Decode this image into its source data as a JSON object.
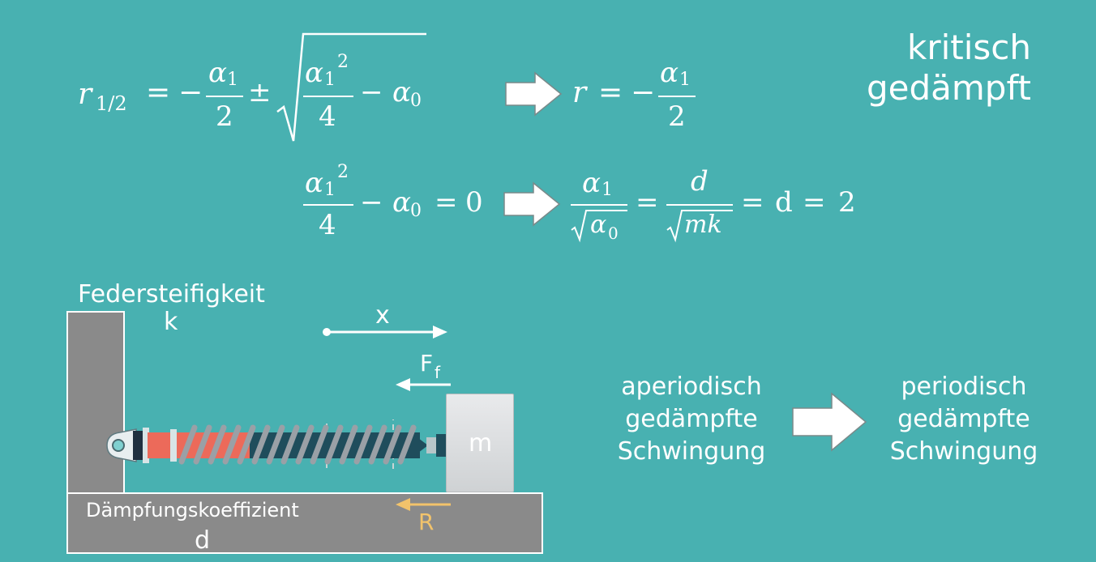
{
  "title": {
    "line1": "kritisch",
    "line2": "gedämpft"
  },
  "formula1": {
    "lhs_r": "r",
    "lhs_sub": "1/2",
    "eq": "=",
    "minus": "−",
    "alpha": "α",
    "sub1": "1",
    "sub0": "0",
    "two": "2",
    "four": "4",
    "pm": "±",
    "sq": "2"
  },
  "formula2": {
    "r": "r",
    "eq": "=",
    "minus": "−",
    "alpha": "α",
    "sub1": "1",
    "two": "2"
  },
  "formula3": {
    "alpha": "α",
    "sub1": "1",
    "sub0": "0",
    "sq": "2",
    "four": "4",
    "minus": "−",
    "eq": "=",
    "zero": "0"
  },
  "formula4": {
    "alpha": "α",
    "sub1": "1",
    "sub0": "0",
    "eq": "=",
    "d_italic": "d",
    "mk": "mk",
    "d_upright": "d",
    "two": "2"
  },
  "diagram": {
    "label_stiffness": "Federsteifigkeit",
    "label_k": "k",
    "label_x": "x",
    "label_F": "F",
    "label_F_sub": "f",
    "label_m": "m",
    "label_damping": "Dämpfungskoeffizient",
    "label_d": "d",
    "label_R": "R"
  },
  "transition": {
    "left_line1": "aperiodisch",
    "left_line2": "gedämpfte",
    "left_line3": "Schwingung",
    "right_line1": "periodisch",
    "right_line2": "gedämpfte",
    "right_line3": "Schwingung"
  },
  "colors": {
    "background": "#48b1b1",
    "wall": "#8a8a8a",
    "damper_red": "#ec6a5a",
    "spring": "#9aa0a6",
    "force_yellow": "#f2c36b"
  }
}
